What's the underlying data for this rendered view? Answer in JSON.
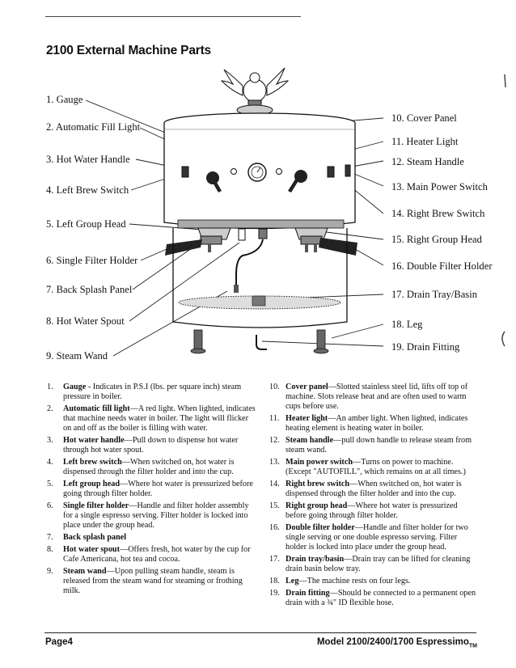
{
  "title": "2100 External Machine Parts",
  "labels_left": [
    "1. Gauge",
    "2. Automatic Fill Light",
    "3. Hot Water Handle",
    "4. Left Brew Switch",
    "5. Left Group Head",
    "6. Single Filter Holder",
    "7. Back Splash Panel",
    "8. Hot Water Spout",
    "9. Steam Wand"
  ],
  "labels_right": [
    "10. Cover Panel",
    "11. Heater Light",
    "12. Steam Handle",
    "13. Main Power Switch",
    "14. Right Brew Switch",
    "15. Right Group Head",
    "16. Double Filter Holder",
    "17. Drain Tray/Basin",
    "18. Leg",
    "19. Drain Fitting"
  ],
  "descriptions_left": [
    {
      "num": "1.",
      "term": "Gauge",
      "text": " - Indicates in P.S.I (lbs. per square inch) steam pressure in boiler."
    },
    {
      "num": "2.",
      "term": "Automatic fill light",
      "text": "—A red light. When lighted, indicates that machine needs water in boiler. The light will flicker on and off as the boiler is filling with water."
    },
    {
      "num": "3.",
      "term": "Hot water handle",
      "text": "—Pull down to dispense hot water through hot water spout."
    },
    {
      "num": "4.",
      "term": "Left brew switch",
      "text": "—When switched on, hot water is dispensed through the filter holder and into the cup."
    },
    {
      "num": "5.",
      "term": "Left group head",
      "text": "—Where hot water is pressurized before going through filter holder."
    },
    {
      "num": "6.",
      "term": "Single filter holder",
      "text": "—Handle and filter holder assembly for a single espresso serving. Filter holder is locked into place under the group head."
    },
    {
      "num": "7.",
      "term": "Back splash panel",
      "text": ""
    },
    {
      "num": "8.",
      "term": "Hot water spout",
      "text": "—Offers fresh, hot water by the cup for Cafe Americana, hot tea and cocoa."
    },
    {
      "num": "9.",
      "term": "Steam wand",
      "text": "—Upon pulling steam handle, steam is released from the steam wand for steaming or frothing milk."
    }
  ],
  "descriptions_right": [
    {
      "num": "10.",
      "term": "Cover panel",
      "text": "—Slotted stainless steel lid, lifts off top of machine. Slots release heat and are often used to warm cups before use."
    },
    {
      "num": "11.",
      "term": "Heater light",
      "text": "—An amber light. When lighted, indicates heating element is heating water in boiler."
    },
    {
      "num": "12.",
      "term": "Steam handle",
      "text": "—pull down handle to release steam from steam wand."
    },
    {
      "num": "13.",
      "term": "Main power switch",
      "text": "—Turns on power to machine. (Except \"AUTOFILL\", which remains on at all times.)"
    },
    {
      "num": "14.",
      "term": "Right brew switch",
      "text": "—When switched on, hot water is dispensed through the filter holder and into the cup."
    },
    {
      "num": "15.",
      "term": "Right group head",
      "text": "—Where hot water is pressurized before going through filter holder."
    },
    {
      "num": "16.",
      "term": "Double filter holder",
      "text": "—Handle and filter holder for two single serving or one double espresso serving. Filter holder is locked into place under the group head."
    },
    {
      "num": "17.",
      "term": "Drain tray/basin",
      "text": "—Drain tray can be lifted for cleaning drain basin below tray."
    },
    {
      "num": "18.",
      "term": "Leg",
      "text": "—The machine rests on four legs."
    },
    {
      "num": "19.",
      "term": "Drain fitting",
      "text": "—Should be connected to a permanent open drain with a ¾\" ID flexible hose."
    }
  ],
  "footer": {
    "page": "Page4",
    "model": "Model 2100/2400/1700 Espressimo",
    "tm": "TM"
  }
}
